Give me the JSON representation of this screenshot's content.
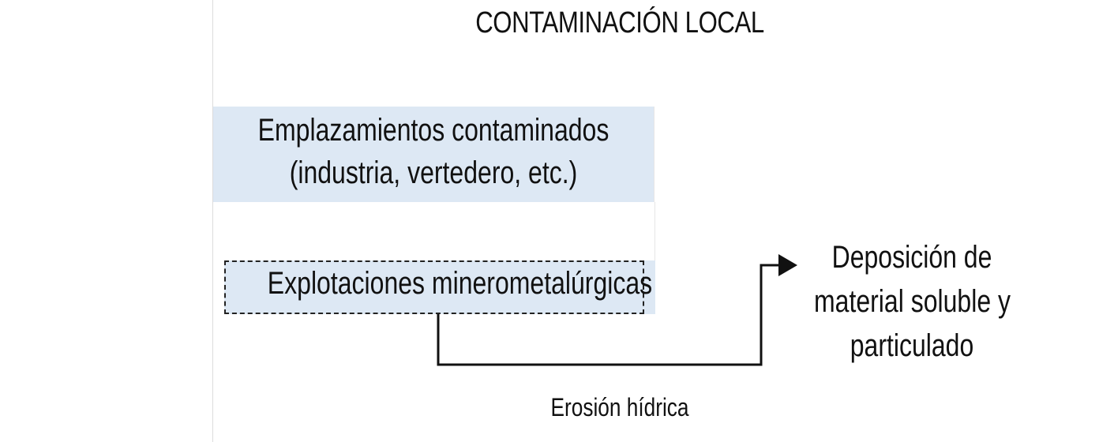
{
  "title": "CONTAMINACIÓN LOCAL",
  "sources": {
    "sites_line1": "Emplazamientos contaminados",
    "sites_line2": "(industria, vertedero, etc.)",
    "mines": "Explotaciones minerometalúrgicas"
  },
  "destination": {
    "line1": "Deposición de",
    "line2": "material soluble y",
    "line3": "particulado"
  },
  "flow_label": "Erosión hídrica",
  "colors": {
    "box_fill": "#dde8f4",
    "line": "#111111"
  }
}
